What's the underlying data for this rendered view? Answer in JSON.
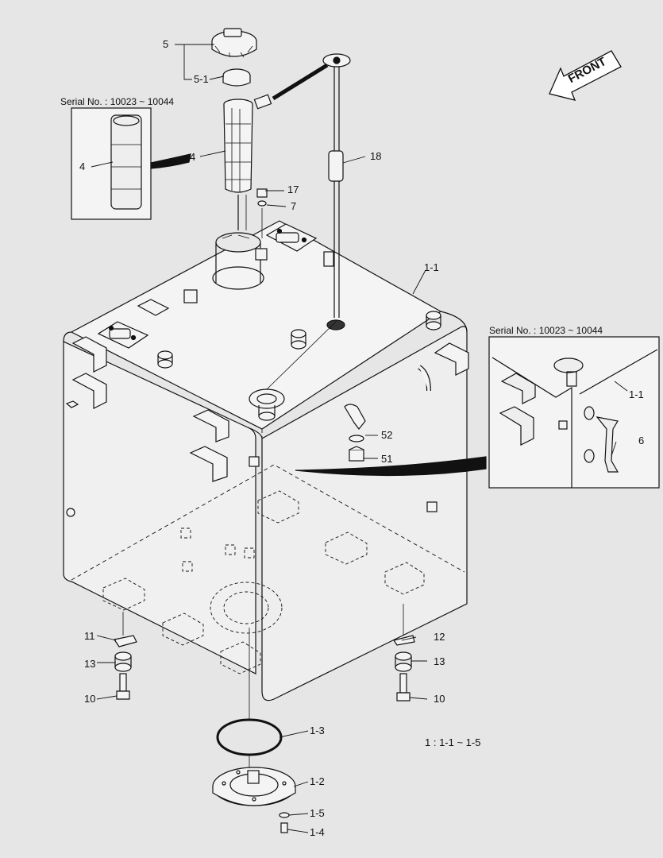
{
  "inset_left": {
    "serial_label": "Serial No. : 10023 ~ 10044"
  },
  "inset_right": {
    "serial_label": "Serial No. : 10023 ~ 10044"
  },
  "front_arrow": {
    "label": "FRONT"
  },
  "note": "1 : 1-1 ~ 1-5",
  "callouts": {
    "c5": "5",
    "c5_1": "5-1",
    "c4_inset": "4",
    "c4": "4",
    "c18": "18",
    "c17": "17",
    "c7": "7",
    "c1_1": "1-1",
    "c1_1_inset": "1-1",
    "c6": "6",
    "c52": "52",
    "c51": "51",
    "c11": "11",
    "c12": "12",
    "c13_left": "13",
    "c13_right": "13",
    "c10_left": "10",
    "c10_right": "10",
    "c1_3": "1-3",
    "c1_2": "1-2",
    "c1_5": "1-5",
    "c1_4": "1-4"
  }
}
